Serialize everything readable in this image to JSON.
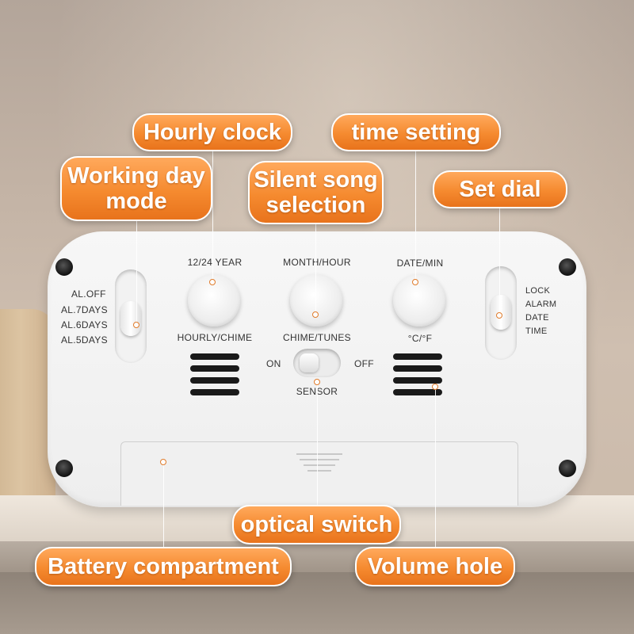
{
  "callouts": {
    "hourly_clock": "Hourly clock",
    "time_setting": "time setting",
    "working_day_mode": "Working day\nmode",
    "silent_song_selection": "Silent song\nselection",
    "set_dial": "Set dial",
    "optical_switch": "optical switch",
    "battery_compartment": "Battery compartment",
    "volume_hole": "Volume hole"
  },
  "device": {
    "left_slider_options": [
      "AL.OFF",
      "AL.7DAYS",
      "AL.6DAYS",
      "AL.5DAYS"
    ],
    "right_slider_options": [
      "LOCK",
      "ALARM",
      "DATE",
      "TIME"
    ],
    "buttons": [
      {
        "top_label": "12/24 YEAR",
        "bottom_label": "HOURLY/CHIME"
      },
      {
        "top_label": "MONTH/HOUR",
        "bottom_label": "CHIME/TUNES"
      },
      {
        "top_label": "DATE/MIN",
        "bottom_label": "°C/°F"
      }
    ],
    "switch": {
      "on_label": "ON",
      "off_label": "OFF",
      "sensor_label": "SENSOR"
    }
  },
  "colors": {
    "callout_orange": "#f58a2f",
    "callout_border": "#ffffff",
    "clock_body": "#f4f4f4",
    "vent": "#1a1a1a"
  }
}
